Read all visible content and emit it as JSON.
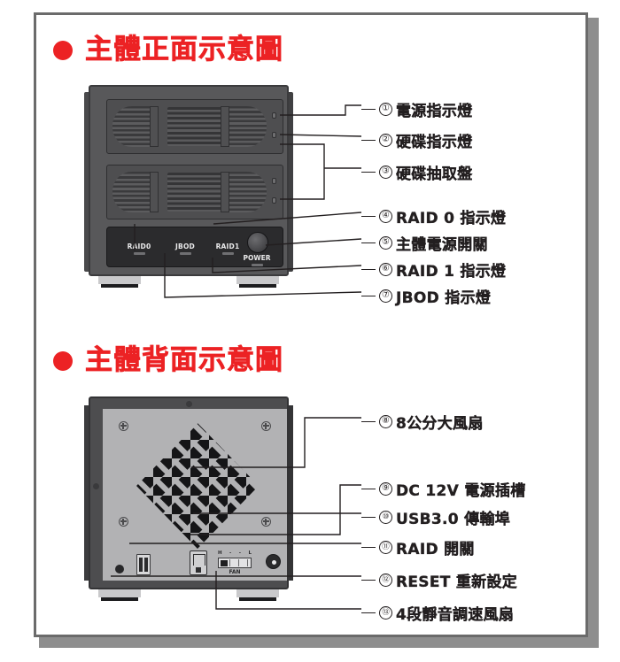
{
  "page": {
    "frame_color": "#6b6b6b",
    "shadow_color": "#8e8e8e",
    "accent_color": "#ec2224",
    "text_color": "#231f20"
  },
  "sections": [
    {
      "id": "front",
      "title": "主體正面示意圖"
    },
    {
      "id": "back",
      "title": "主體背面示意圖"
    }
  ],
  "callouts": [
    {
      "num": "①",
      "label": "電源指示燈"
    },
    {
      "num": "②",
      "label": "硬碟指示燈"
    },
    {
      "num": "③",
      "label": "硬碟抽取盤"
    },
    {
      "num": "④",
      "label": "RAID 0 指示燈"
    },
    {
      "num": "⑤",
      "label": "主體電源開關"
    },
    {
      "num": "⑥",
      "label": "RAID 1 指示燈"
    },
    {
      "num": "⑦",
      "label": "JBOD 指示燈"
    },
    {
      "num": "⑧",
      "label": "8公分大風扇"
    },
    {
      "num": "⑨",
      "label": "DC 12V 電源插槽"
    },
    {
      "num": "⑩",
      "label": "USB3.0 傳輸埠"
    },
    {
      "num": "⑪",
      "label": "RAID 開關"
    },
    {
      "num": "⑫",
      "label": "RESET 重新設定"
    },
    {
      "num": "⑬",
      "label": "4段靜音調速風扇"
    }
  ],
  "front_panel": {
    "raid0_label": "RAID0",
    "jbod_label": "JBOD",
    "raid1_label": "RAID1",
    "power_label": "POWER"
  },
  "back_panel": {
    "fan_label": "FAN",
    "fan_scale_high": "H",
    "fan_scale_mid1": "-",
    "fan_scale_mid2": "-",
    "fan_scale_low": "L"
  }
}
